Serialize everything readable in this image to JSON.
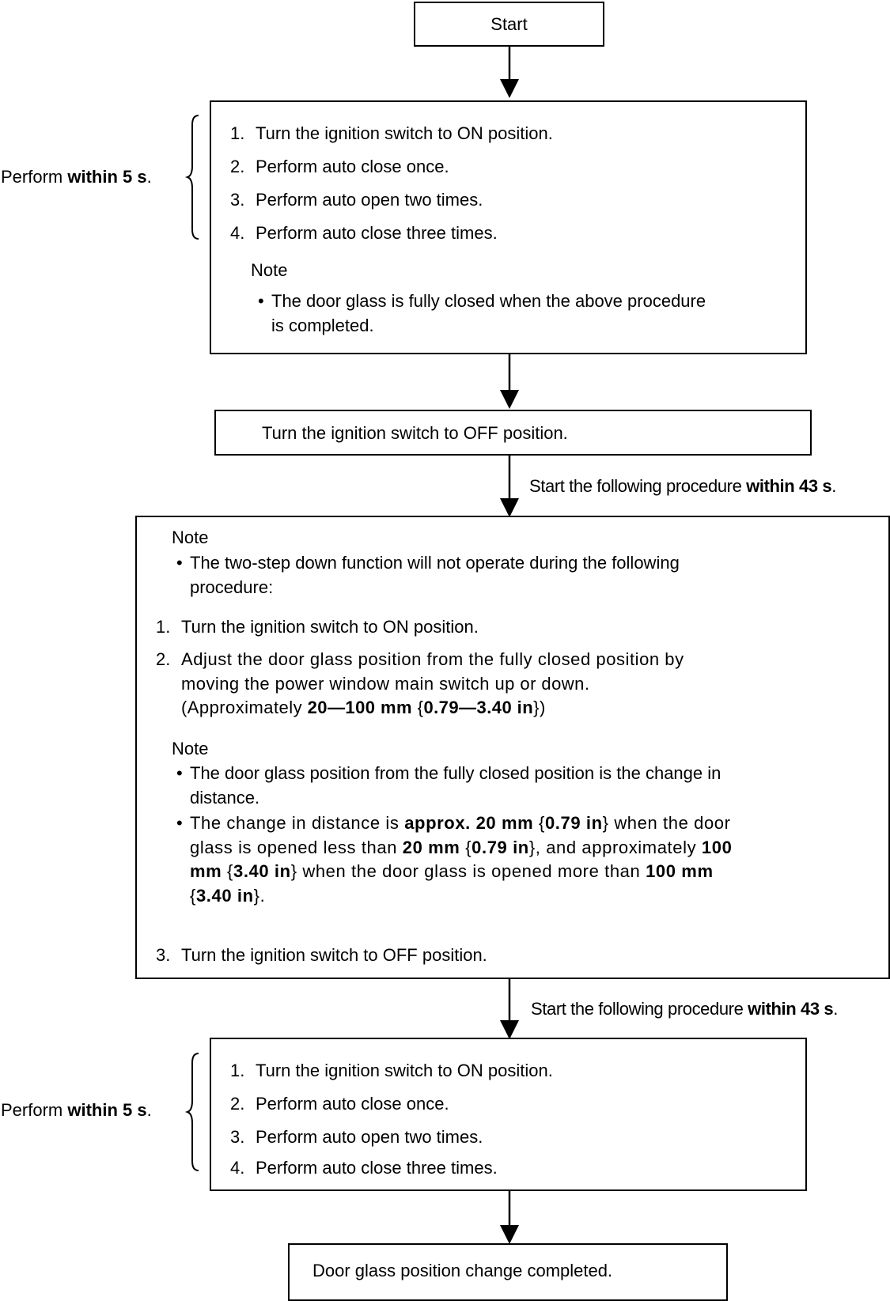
{
  "nodes": {
    "start": {
      "label": "Start"
    },
    "block1": {
      "steps": [
        "Turn the ignition switch to ON position.",
        "Perform auto close once.",
        "Perform auto open two times.",
        "Perform auto close three times."
      ],
      "note_title": "Note",
      "note_text": "The door glass is fully closed when the above procedure is completed."
    },
    "ignition_off": {
      "label": "Turn the ignition switch to OFF position."
    },
    "block2": {
      "note1_title": "Note",
      "note1_text": "The two-step down function will not operate during the following procedure:",
      "step1": "Turn the ignition switch to ON position.",
      "step2_line1": "Adjust the door glass position from the fully closed position by",
      "step2_line2": "moving the power window main switch up or down.",
      "step2_approx": "(Approximately ",
      "step2_value": "20—100 mm",
      "step2_brace_open": " {",
      "step2_value_in": "0.79—3.40 in",
      "step2_brace_close": "})",
      "note2_title": "Note",
      "note2_bullet1": "The door glass position from the fully closed position is the change in distance.",
      "note2_bullet2": {
        "p1": "The change in distance is ",
        "b1": "approx. 20 mm",
        "p2": " {",
        "b2": "0.79 in",
        "p3": "} when the door glass is opened less than ",
        "b3": "20 mm",
        "p4": " {",
        "b4": "0.79 in",
        "p5": "}, and approximately ",
        "b5": "100 mm",
        "p6": " {",
        "b6": "3.40 in",
        "p7": "} when the door glass is opened more than ",
        "b7": "100 mm",
        "p8": " {",
        "b8": "3.40 in",
        "p9": "}."
      },
      "step3": "Turn the ignition switch to OFF position."
    },
    "block3": {
      "steps": [
        "Turn the ignition switch to ON position.",
        "Perform auto close once.",
        "Perform auto open two times.",
        "Perform auto close three times."
      ]
    },
    "end": {
      "label": "Door glass position change completed."
    }
  },
  "step_numbers": [
    "1.",
    "2.",
    "3.",
    "4."
  ],
  "bullet_glyph": "•",
  "side_labels": {
    "prefix": "Perform ",
    "bold": "within 5 s",
    "suffix": "."
  },
  "edge_labels": {
    "prefix": "Start the following procedure ",
    "bold": "within 43 s",
    "suffix": "."
  }
}
